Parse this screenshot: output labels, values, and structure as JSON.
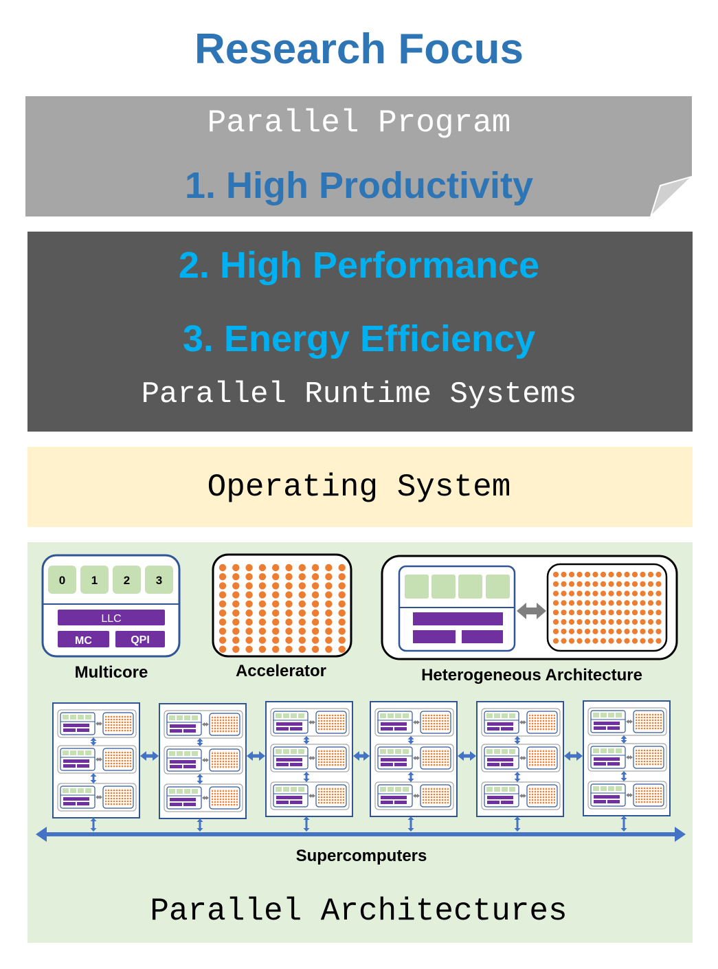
{
  "title": "Research Focus",
  "colors": {
    "title": "#2e75b6",
    "program_layer": "#a6a6a6",
    "runtime_layer": "#595959",
    "os_layer": "#fff2cc",
    "arch_layer": "#e2efda",
    "goal_productivity": "#2e75b6",
    "goal_bright": "#00b0f0",
    "core_green": "#c6e0b4",
    "purple": "#7030a0",
    "frame_blue": "#2f5597",
    "orange": "#ed7d31",
    "arrow_blue": "#4472c4",
    "arrow_gray": "#7f7f7f"
  },
  "layers": {
    "program": {
      "label": "Parallel Program",
      "goal": "1. High Productivity"
    },
    "runtime": {
      "goals": [
        "2. High Performance",
        "3. Energy Efficiency"
      ],
      "label": "Parallel Runtime Systems"
    },
    "os": {
      "label": "Operating System"
    },
    "architectures": {
      "label": "Parallel Architectures",
      "multicore": {
        "caption": "Multicore",
        "cores": [
          "0",
          "1",
          "2",
          "3"
        ],
        "llc": "LLC",
        "mc": "MC",
        "qpi": "QPI"
      },
      "accelerator": {
        "caption": "Accelerator"
      },
      "heterogeneous": {
        "caption": "Heterogeneous Architecture"
      },
      "supercomputers": {
        "caption": "Supercomputers"
      }
    }
  }
}
